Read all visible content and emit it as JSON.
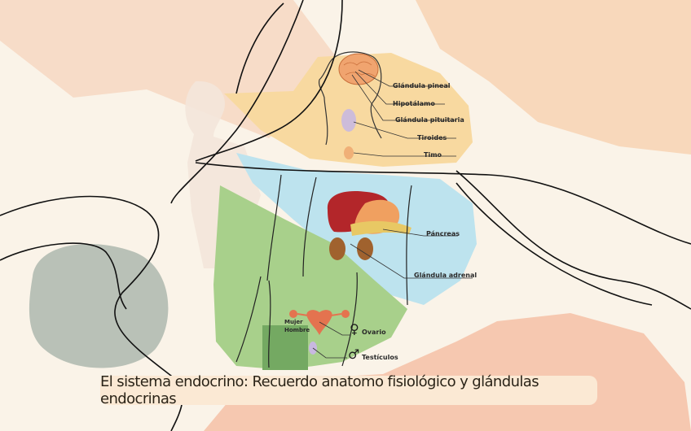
{
  "caption": "El sistema endocrino: Recuerdo anatomo fisiológico y glándulas endocrinas",
  "labels": {
    "pineal": "Glándula pineal",
    "hipotalamo": "Hipotálamo",
    "pituitaria": "Glándula pituitaria",
    "tiroides": "Tiroides",
    "timo": "Timo",
    "pancreas": "Páncreas",
    "adrenal": "Glándula adrenal",
    "mujer": "Mujer",
    "hombre": "Hombre",
    "ovario": "Ovario",
    "testiculos": "Testículos"
  },
  "symbols": {
    "female": "♀",
    "male": "♂"
  },
  "colors": {
    "background": "#faf3e8",
    "peach": "#f6d2bd",
    "yellow_panel": "#f8d9a0",
    "blue_panel": "#bde3ee",
    "green_panel": "#a8d08b",
    "dark_green": "#74a962",
    "gray_blob": "#b7c0b6",
    "liver": "#b3262a",
    "brain": "#f0a46f"
  }
}
